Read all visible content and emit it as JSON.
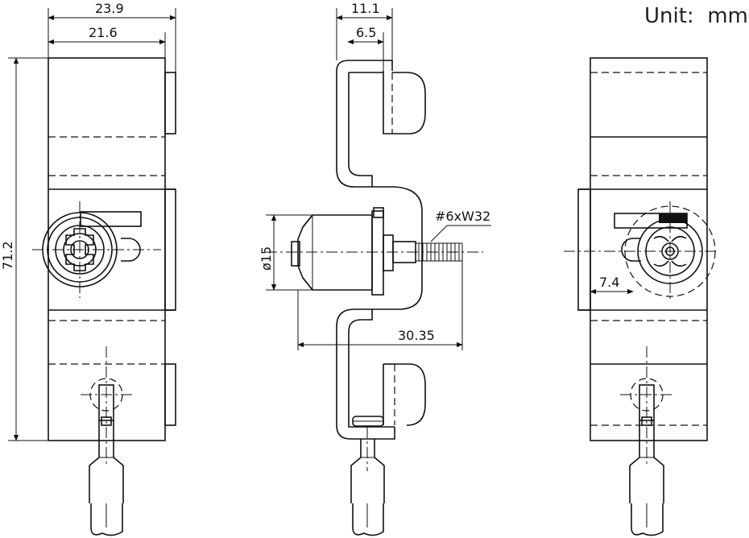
{
  "unit_label": "Unit:  mm",
  "dimensions": {
    "front_total_width": "23.9",
    "front_body_width": "21.6",
    "total_height": "71.2",
    "side_total_depth": "11.1",
    "side_hook_depth": "6.5",
    "cylinder_diameter": "ø15",
    "screw_spec": "#6xW32",
    "screw_length": "30.35",
    "rear_offset": "7.4"
  },
  "views": [
    "front-view",
    "side-view",
    "rear-view"
  ]
}
